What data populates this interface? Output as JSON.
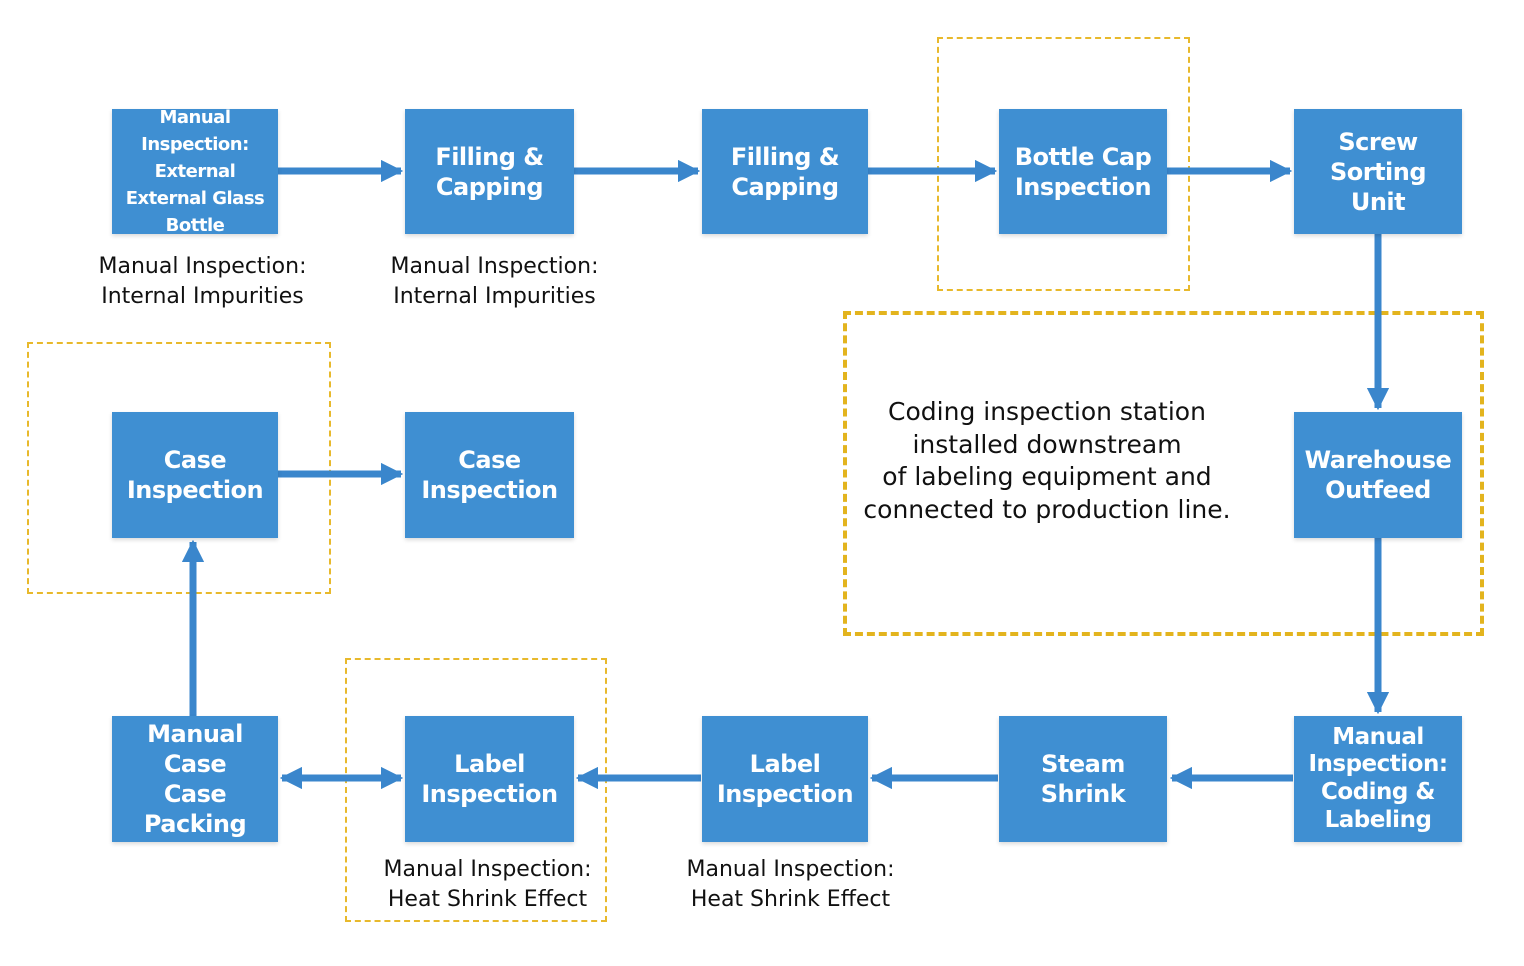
{
  "colors": {
    "box_fill": "#3f8fd2",
    "arrow": "#3a86cc",
    "dashed_highlight": "#e8b92c"
  },
  "nodes": {
    "ext_glass": "Manual Inspection:\nExternal\nExternal Glass\nBottle",
    "filling1": "Filling &\nCapping",
    "filling2": "Filling &\nCapping",
    "cap_inspection": "Bottle Cap\nInspection",
    "screw_sorting": "Screw Sorting\nUnit",
    "warehouse_outfeed": "Warehouse\nOutfeed",
    "manual_coding": "Manual\nInspection:\nCoding &\nLabeling",
    "steam_shrink": "Steam Shrink",
    "label_inspection2": "Label\nInspection",
    "label_inspection1": "Label\nInspection",
    "manual_case_packing": "Manual Case\nCase\nPacking",
    "case_inspection1": "Case\nInspection",
    "case_inspection2": "Case\nInspection"
  },
  "notes": {
    "internal1": "Manual Inspection:\nInternal Impurities",
    "internal2": "Manual Inspection:\nInternal Impurities",
    "heat1": "Manual Inspection:\nHeat Shrink Effect",
    "heat2": "Manual Inspection:\nHeat Shrink Effect"
  },
  "callout": "Coding inspection station\ninstalled downstream\nof labeling equipment and\nconnected to production line."
}
